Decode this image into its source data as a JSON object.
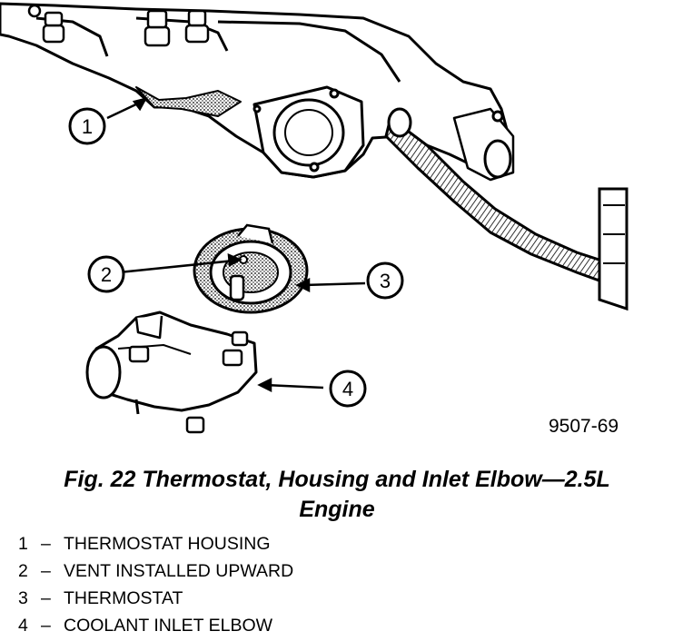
{
  "figure": {
    "id_label": "9507-69",
    "caption_line1": "Fig. 22 Thermostat, Housing and Inlet Elbow—2.5L",
    "caption_line2": "Engine"
  },
  "callouts": [
    "1",
    "2",
    "3",
    "4"
  ],
  "legend": [
    {
      "number": "1",
      "separator": "–",
      "text": "THERMOSTAT HOUSING"
    },
    {
      "number": "2",
      "separator": "–",
      "text": "VENT INSTALLED UPWARD"
    },
    {
      "number": "3",
      "separator": "–",
      "text": "THERMOSTAT"
    },
    {
      "number": "4",
      "separator": "–",
      "text": "COOLANT INLET ELBOW"
    }
  ]
}
